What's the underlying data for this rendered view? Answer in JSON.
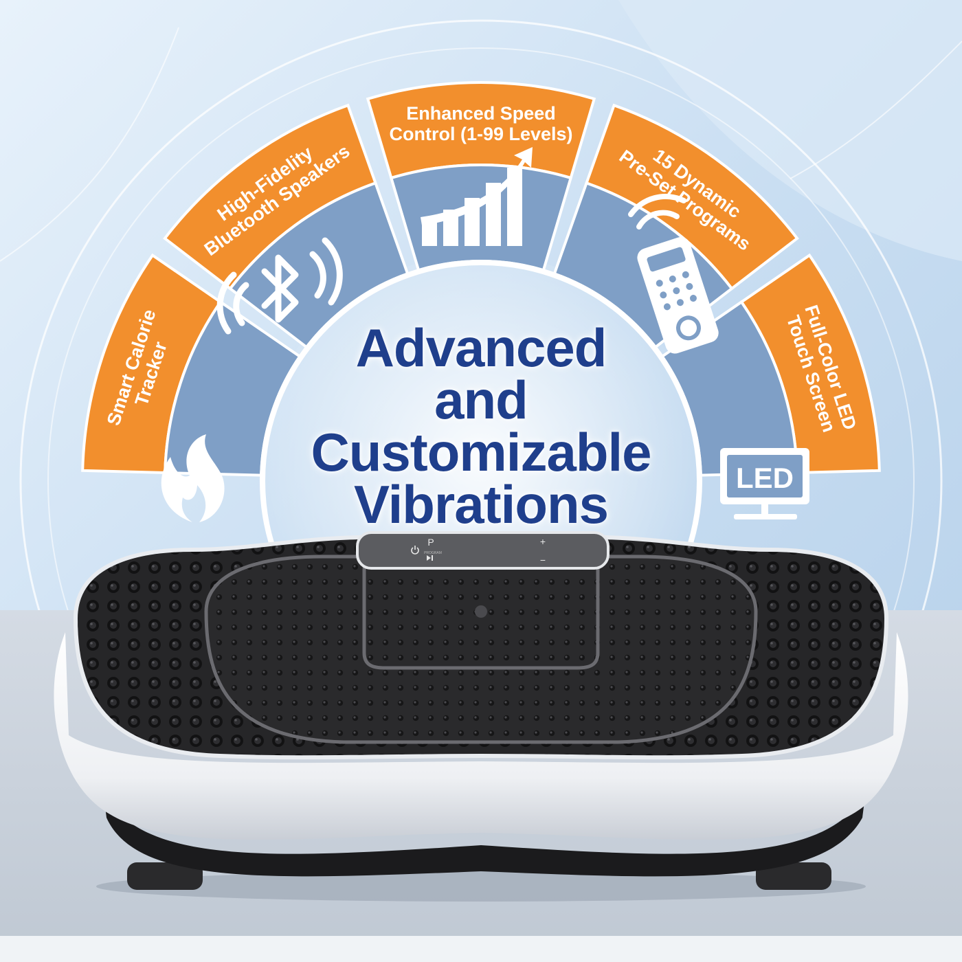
{
  "headline": {
    "line1": "Advanced",
    "line2": "and",
    "line3": "Customizable",
    "line4": "Vibrations"
  },
  "features": [
    {
      "line1": "Smart Calorie",
      "line2": "Tracker",
      "icon": "flame-icon"
    },
    {
      "line1": "High-Fidelity",
      "line2": "Bluetooth Speakers",
      "icon": "bluetooth-speaker-icon"
    },
    {
      "line1": "Enhanced Speed",
      "line2": "Control (1-99 Levels)",
      "icon": "rising-bars-arrow-icon"
    },
    {
      "line1": "15 Dynamic",
      "line2": "Pre-Set Programs",
      "icon": "remote-control-icon"
    },
    {
      "line1": "Full-Color LED",
      "line2": "Touch Screen",
      "icon": "led-monitor-icon"
    }
  ],
  "led_icon_text": "LED",
  "device_panel": {
    "program": "P",
    "mode_text": "PROGRAM",
    "plus": "+",
    "minus": "−"
  },
  "colors": {
    "orange": "#f28f2d",
    "steel_blue": "#7f9fc6",
    "headline_navy": "#1f3f8c",
    "background": "#cfe2f3"
  }
}
